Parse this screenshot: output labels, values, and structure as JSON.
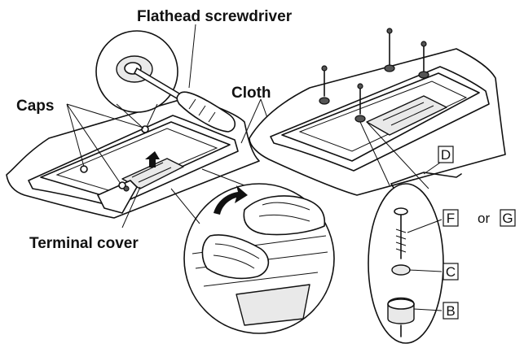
{
  "labels": {
    "flathead_screwdriver": "Flathead screwdriver",
    "caps": "Caps",
    "cloth": "Cloth",
    "terminal_cover": "Terminal cover",
    "or": "or"
  },
  "part_letters": {
    "d": "D",
    "f": "F",
    "g": "G",
    "c": "C",
    "b": "B"
  }
}
